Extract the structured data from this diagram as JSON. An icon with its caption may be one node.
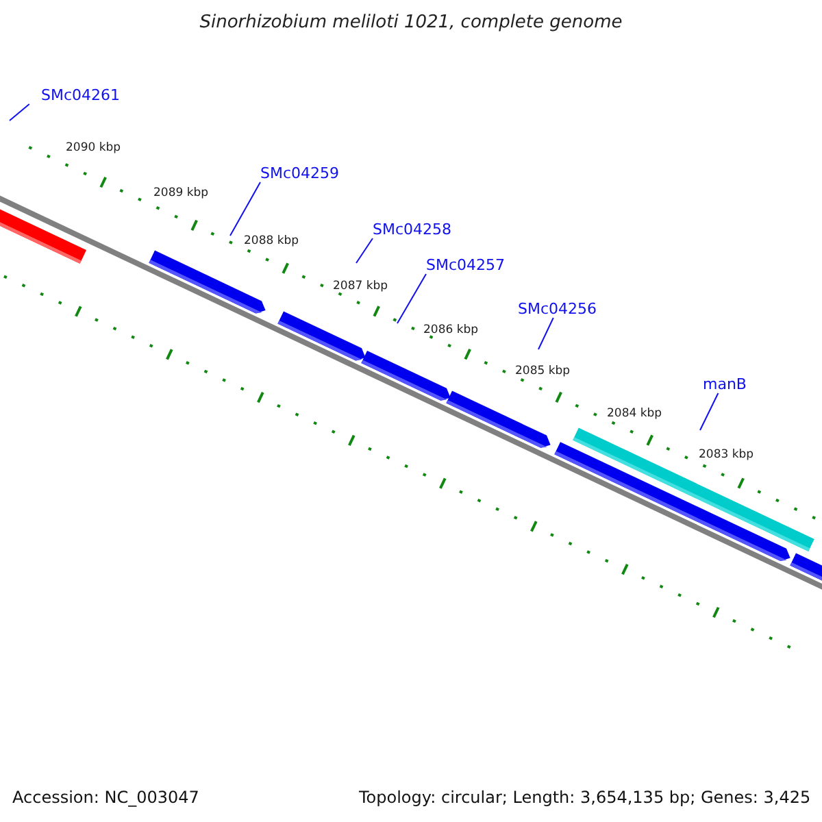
{
  "diagram": {
    "title": "Sinorhizobium meliloti 1021, complete genome",
    "nodes": [
      {
        "text": [
          "SMc04261"
        ]
      },
      {
        "text": [
          "SMc04259"
        ]
      },
      {
        "text": [
          "SMc04258"
        ]
      },
      {
        "text": [
          "SMc04257"
        ]
      },
      {
        "text": [
          "SMc04256"
        ]
      },
      {
        "text": [
          "manB"
        ]
      }
    ],
    "edges": [
      {
        "from": 0,
        "to": null,
        "arrow": "none"
      },
      {
        "from": 1,
        "to": null,
        "arrow": "none"
      },
      {
        "from": 2,
        "to": null,
        "arrow": "none"
      },
      {
        "from": 3,
        "to": null,
        "arrow": "none"
      },
      {
        "from": 4,
        "to": null,
        "arrow": "none"
      },
      {
        "from": 5,
        "to": null,
        "arrow": "none"
      }
    ],
    "labels": [
      "2090 kbp",
      "2089 kbp",
      "2088 kbp",
      "2087 kbp",
      "2086 kbp",
      "2085 kbp",
      "2084 kbp",
      "2083 kbp",
      "Accession: NC_003047",
      "Topology: circular; Length: 3,654,135 bp; Genes: 3,425"
    ]
  }
}
